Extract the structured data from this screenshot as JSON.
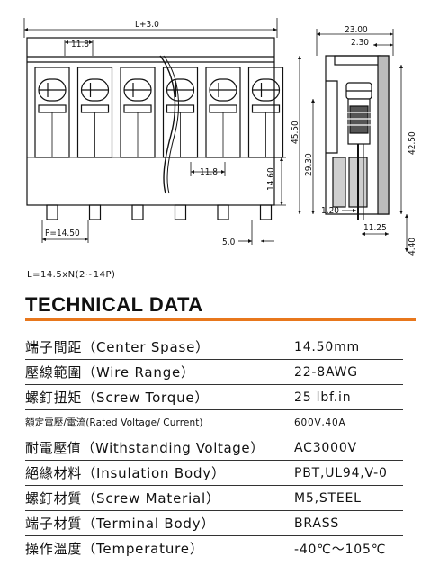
{
  "drawing": {
    "dims": {
      "overall": "L+3.0",
      "top_pitch": "11.8",
      "mid_pitch": "11.8",
      "height_left": "14.60",
      "pin_pitch": "P=14.50",
      "pin_offset": "5.0",
      "side_top_width": "23.00",
      "side_top_offset": "2.30",
      "side_height_outer": "45.50",
      "side_height_inner": "29.30",
      "side_height_right": "42.50",
      "pin_width": "1.20",
      "side_base": "11.25",
      "pin_length": "4.40"
    }
  },
  "formula": "L=14.5xN(2~14P)",
  "title": "TECHNICAL DATA",
  "specs": [
    {
      "label": "端子間距（Center Spase）",
      "value": "14.50mm"
    },
    {
      "label": "壓線範圍（Wire Range）",
      "value": "22-8AWG"
    },
    {
      "label": "螺釘扭矩（Screw Torque）",
      "value": "25 lbf.in"
    },
    {
      "label": "額定電壓/電流(Rated Voltage/ Current)",
      "value": "600V,40A"
    },
    {
      "label": "耐電壓值（Withstanding Voltage）",
      "value": "AC3000V"
    },
    {
      "label": "絕緣材料（Insulation Body）",
      "value": "PBT,UL94,V-0"
    },
    {
      "label": "螺釘材質（Screw Material）",
      "value": "M5,STEEL"
    },
    {
      "label": "端子材質（Terminal Body）",
      "value": "BRASS"
    },
    {
      "label": "操作溫度（Temperature）",
      "value": "-40℃～105℃"
    }
  ]
}
